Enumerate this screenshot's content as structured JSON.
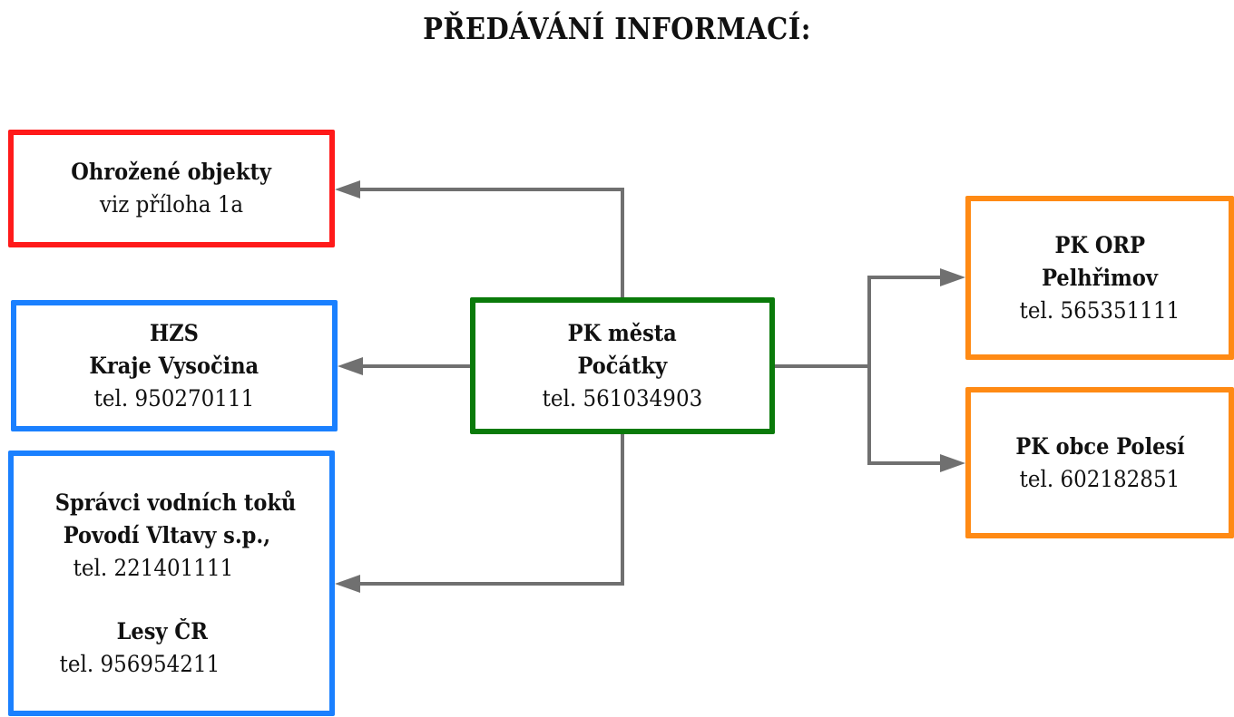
{
  "title": "PŘEDÁVÁNÍ INFORMACÍ:",
  "colors": {
    "red": "#ff1a1a",
    "blue": "#1a80ff",
    "green": "#0a7a0a",
    "orange": "#ff8a14",
    "arrow": "#707070"
  },
  "center": {
    "line1": "PK města",
    "line2": "Počátky",
    "phone": "tel. 561034903"
  },
  "threatened": {
    "name": "Ohrožené objekty",
    "note": "viz příloha 1a"
  },
  "hzs": {
    "line1": "HZS",
    "line2": "Kraje Vysočina",
    "phone": "tel. 950270111"
  },
  "water": {
    "line1": "Správci vodních toků",
    "line2": "Povodí Vltavy s.p.,",
    "phone1": "tel. 221401111",
    "line3": "Lesy ČR",
    "phone2": "tel. 956954211"
  },
  "orp": {
    "line1": "PK ORP",
    "line2": "Pelhřimov",
    "phone": "tel. 565351111"
  },
  "polesi": {
    "line1": "PK obce Polesí",
    "phone": "tel. 602182851"
  }
}
